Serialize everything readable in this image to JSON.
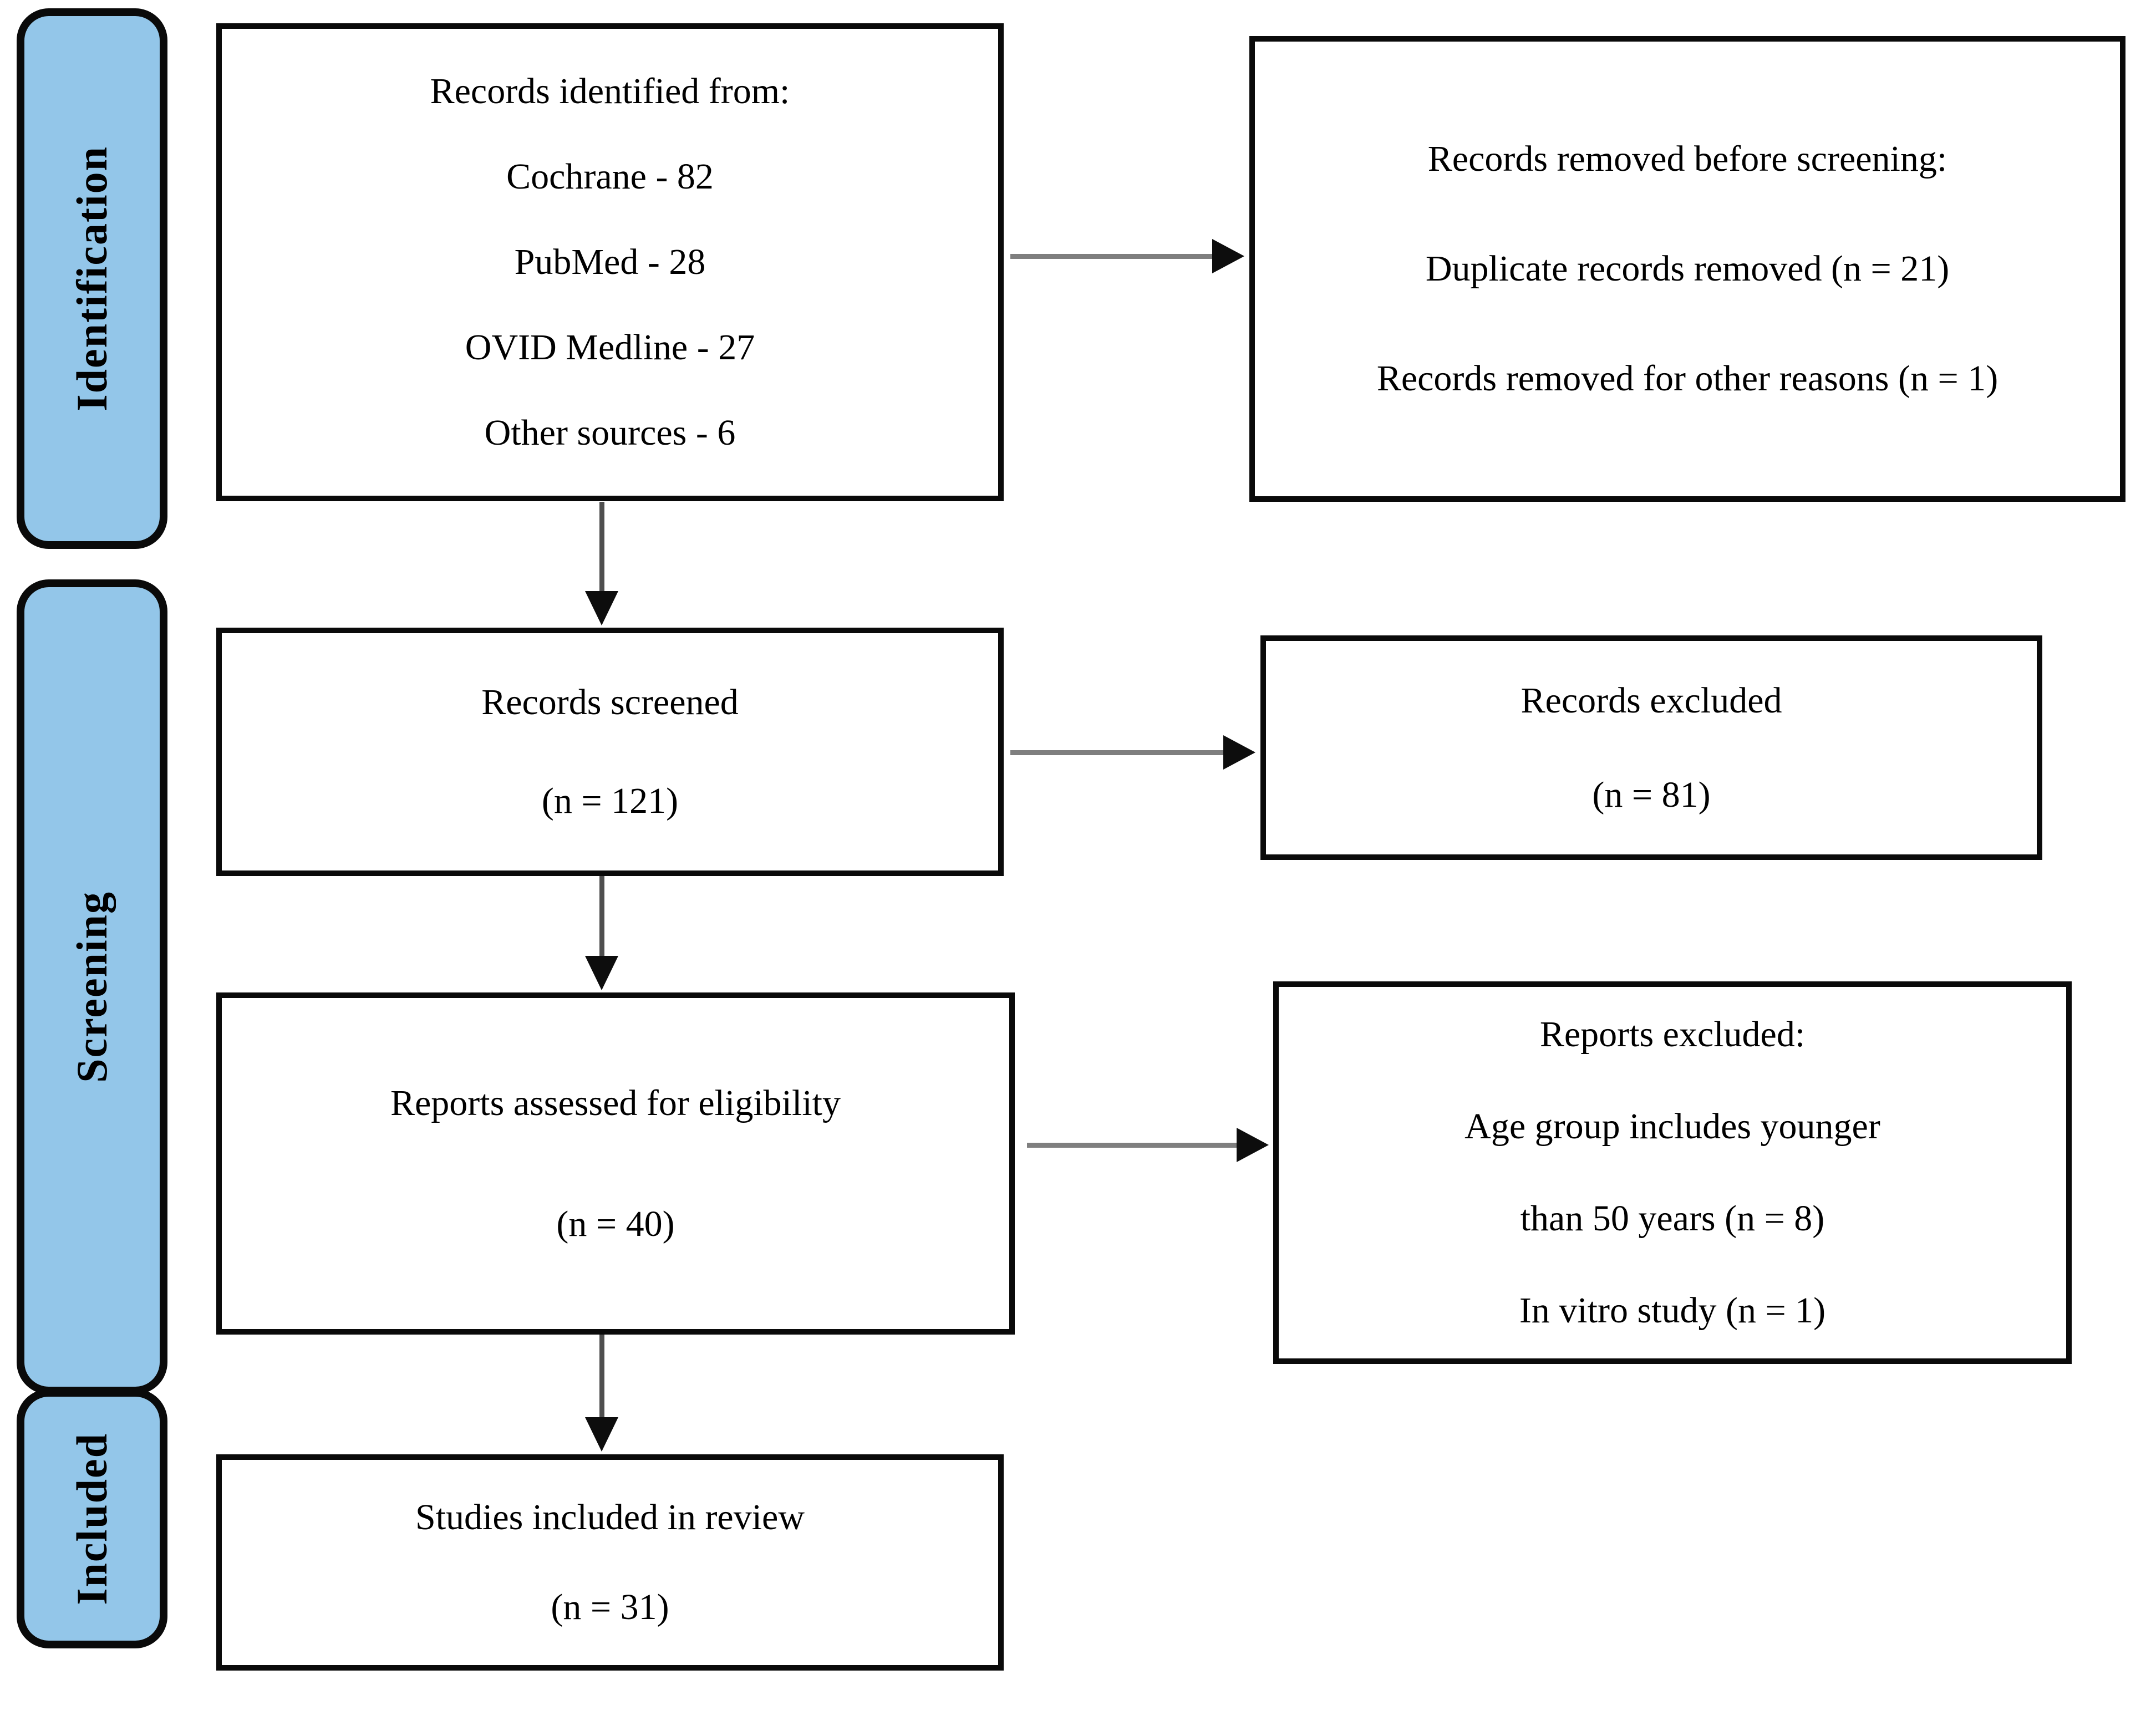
{
  "stages": [
    {
      "label": "Identification"
    },
    {
      "label": "Screening"
    },
    {
      "label": "Included"
    }
  ],
  "boxes": {
    "identified": {
      "lines": [
        "Records identified from:",
        "Cochrane - 82",
        "PubMed - 28",
        "OVID Medline - 27",
        "Other sources - 6"
      ]
    },
    "removed_before_screening": {
      "lines": [
        "Records removed before screening:",
        "Duplicate records removed (n = 21)",
        "Records removed for other reasons (n = 1)"
      ]
    },
    "screened": {
      "lines": [
        "Records screened",
        "(n = 121)"
      ]
    },
    "records_excluded": {
      "lines": [
        "Records excluded",
        "(n = 81)"
      ]
    },
    "assessed": {
      "lines": [
        "Reports assessed for eligibility",
        "(n = 40)"
      ]
    },
    "reports_excluded": {
      "lines": [
        "Reports excluded:",
        "Age group includes younger",
        "than 50 years (n = 8)",
        "In vitro study (n = 1)"
      ]
    },
    "included_in_review": {
      "lines": [
        "Studies included in review",
        "(n = 31)"
      ]
    }
  },
  "colors": {
    "background": "#FFFFFF",
    "stage_fill": "#93C6E9",
    "stage_border": "#0A0A0A",
    "box_border": "#0A0A0A",
    "text": "#000000",
    "arrow_shaft_h": "#7F7F7F",
    "arrow_shaft_v": "#4F4F4F",
    "arrow_head": "#0D0D0D"
  }
}
